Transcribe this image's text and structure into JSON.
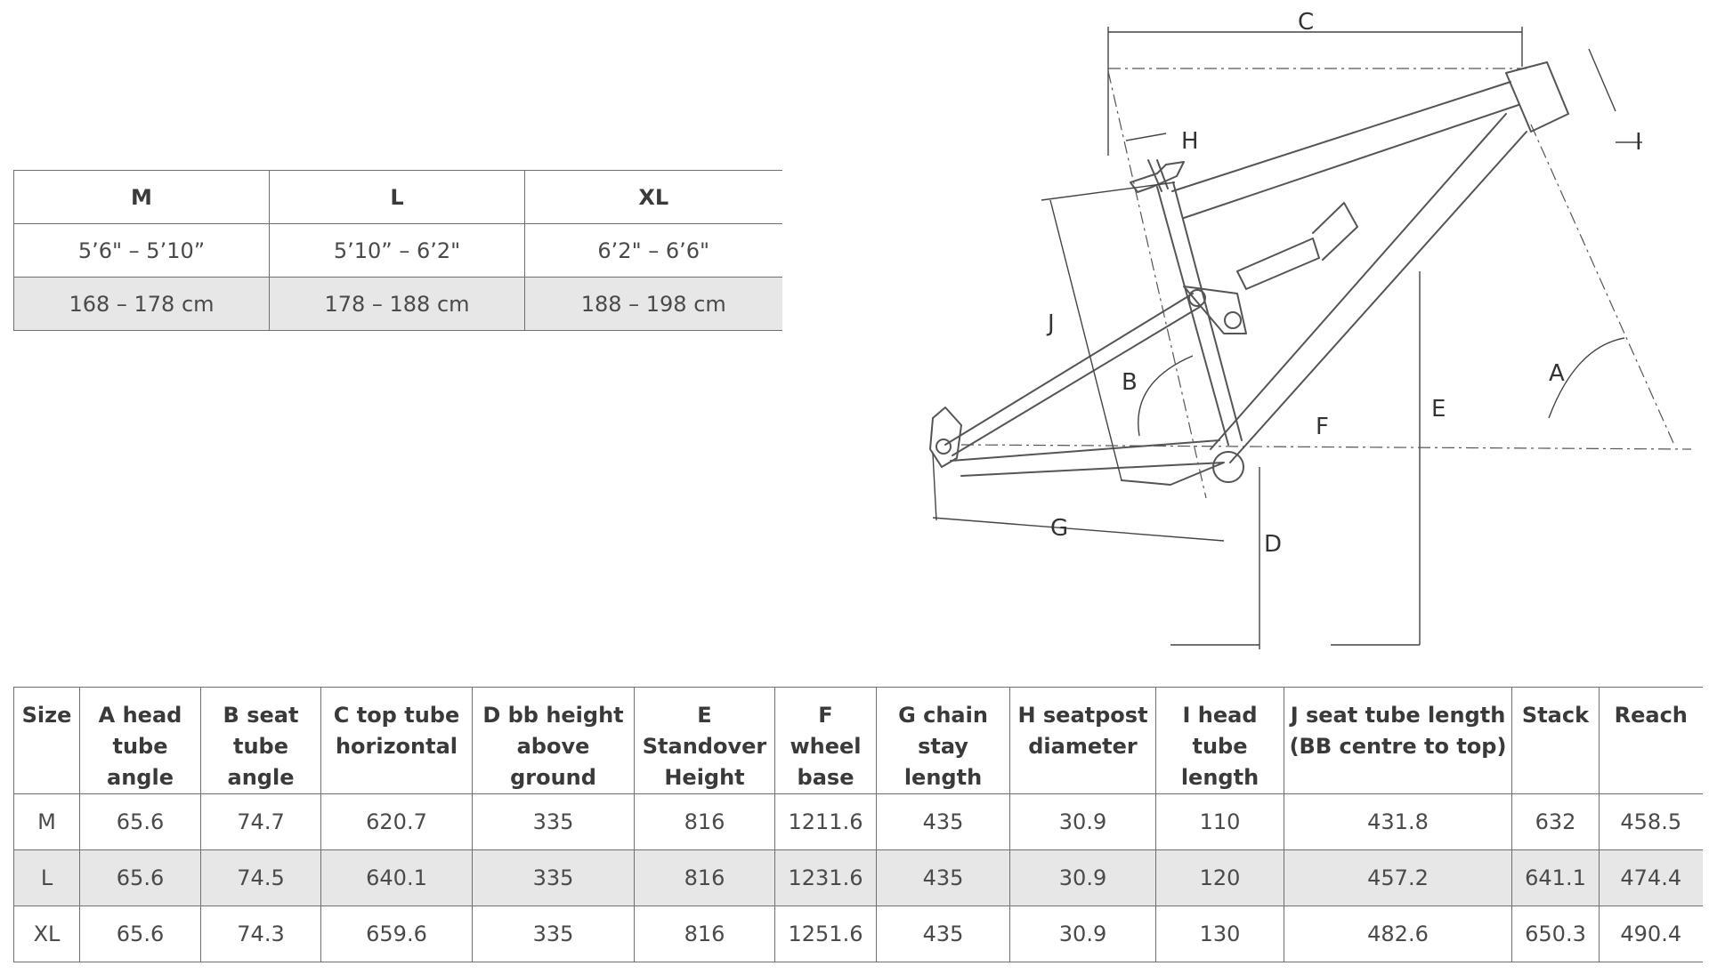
{
  "size_table": {
    "headers": [
      "M",
      "L",
      "XL"
    ],
    "rows": [
      [
        "5’6\" – 5’10”",
        "5’10” – 6’2\"",
        "6’2\" – 6’6\""
      ],
      [
        "168 – 178 cm",
        "178 – 188 cm",
        "188 – 198 cm"
      ]
    ]
  },
  "diagram": {
    "labels": {
      "A": "A",
      "B": "B",
      "C": "C",
      "D": "D",
      "E": "E",
      "F": "F",
      "G": "G",
      "H": "H",
      "I": "I",
      "J": "J"
    }
  },
  "geometry_table": {
    "headers": [
      [
        "Size"
      ],
      [
        "A head",
        "tube",
        "angle"
      ],
      [
        "B seat",
        "tube",
        "angle"
      ],
      [
        "C top tube",
        "horizontal"
      ],
      [
        "D bb height",
        "above",
        "ground"
      ],
      [
        "E",
        "Standover",
        "Height"
      ],
      [
        "F",
        "wheel",
        "base"
      ],
      [
        "G chain",
        "stay",
        "length"
      ],
      [
        "H seatpost",
        "diameter"
      ],
      [
        "I head",
        "tube",
        "length"
      ],
      [
        "J seat tube length",
        "(BB centre to top)"
      ],
      [
        "Stack"
      ],
      [
        "Reach"
      ]
    ],
    "rows": [
      [
        "M",
        "65.6",
        "74.7",
        "620.7",
        "335",
        "816",
        "1211.6",
        "435",
        "30.9",
        "110",
        "431.8",
        "632",
        "458.5"
      ],
      [
        "L",
        "65.6",
        "74.5",
        "640.1",
        "335",
        "816",
        "1231.6",
        "435",
        "30.9",
        "120",
        "457.2",
        "641.1",
        "474.4"
      ],
      [
        "XL",
        "65.6",
        "74.3",
        "659.6",
        "335",
        "816",
        "1251.6",
        "435",
        "30.9",
        "130",
        "482.6",
        "650.3",
        "490.4"
      ]
    ]
  }
}
